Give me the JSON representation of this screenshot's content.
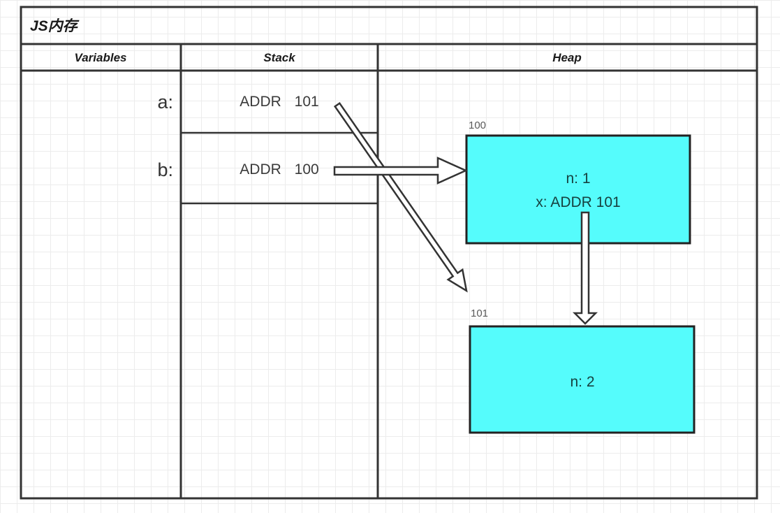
{
  "diagram": {
    "title": "JS内存",
    "columns": [
      {
        "id": "variables",
        "label": "Variables"
      },
      {
        "id": "stack",
        "label": "Stack"
      },
      {
        "id": "heap",
        "label": "Heap"
      }
    ],
    "stack_entries": [
      {
        "name": "a:",
        "value": "ADDR 101"
      },
      {
        "name": "b:",
        "value": "ADDR 100"
      }
    ],
    "heap_objects": [
      {
        "address": "100",
        "fields": [
          "n: 1",
          "x: ADDR 101"
        ]
      },
      {
        "address": "101",
        "fields": [
          "n: 2"
        ]
      }
    ],
    "arrows": [
      {
        "from": "stack a: ADDR 101",
        "to": "heap object 101"
      },
      {
        "from": "stack b: ADDR 100",
        "to": "heap object 100"
      },
      {
        "from": "heap object 100 field x: ADDR 101",
        "to": "heap object 101"
      }
    ],
    "colors": {
      "title_bg": "#e4cdf3",
      "variables_bg": "#c2e0f8",
      "stack_bg": "#fb8dbe",
      "heap_bg": "#c6f18f",
      "heap_object_fill": "#55fcfc",
      "line": "#333333"
    }
  }
}
